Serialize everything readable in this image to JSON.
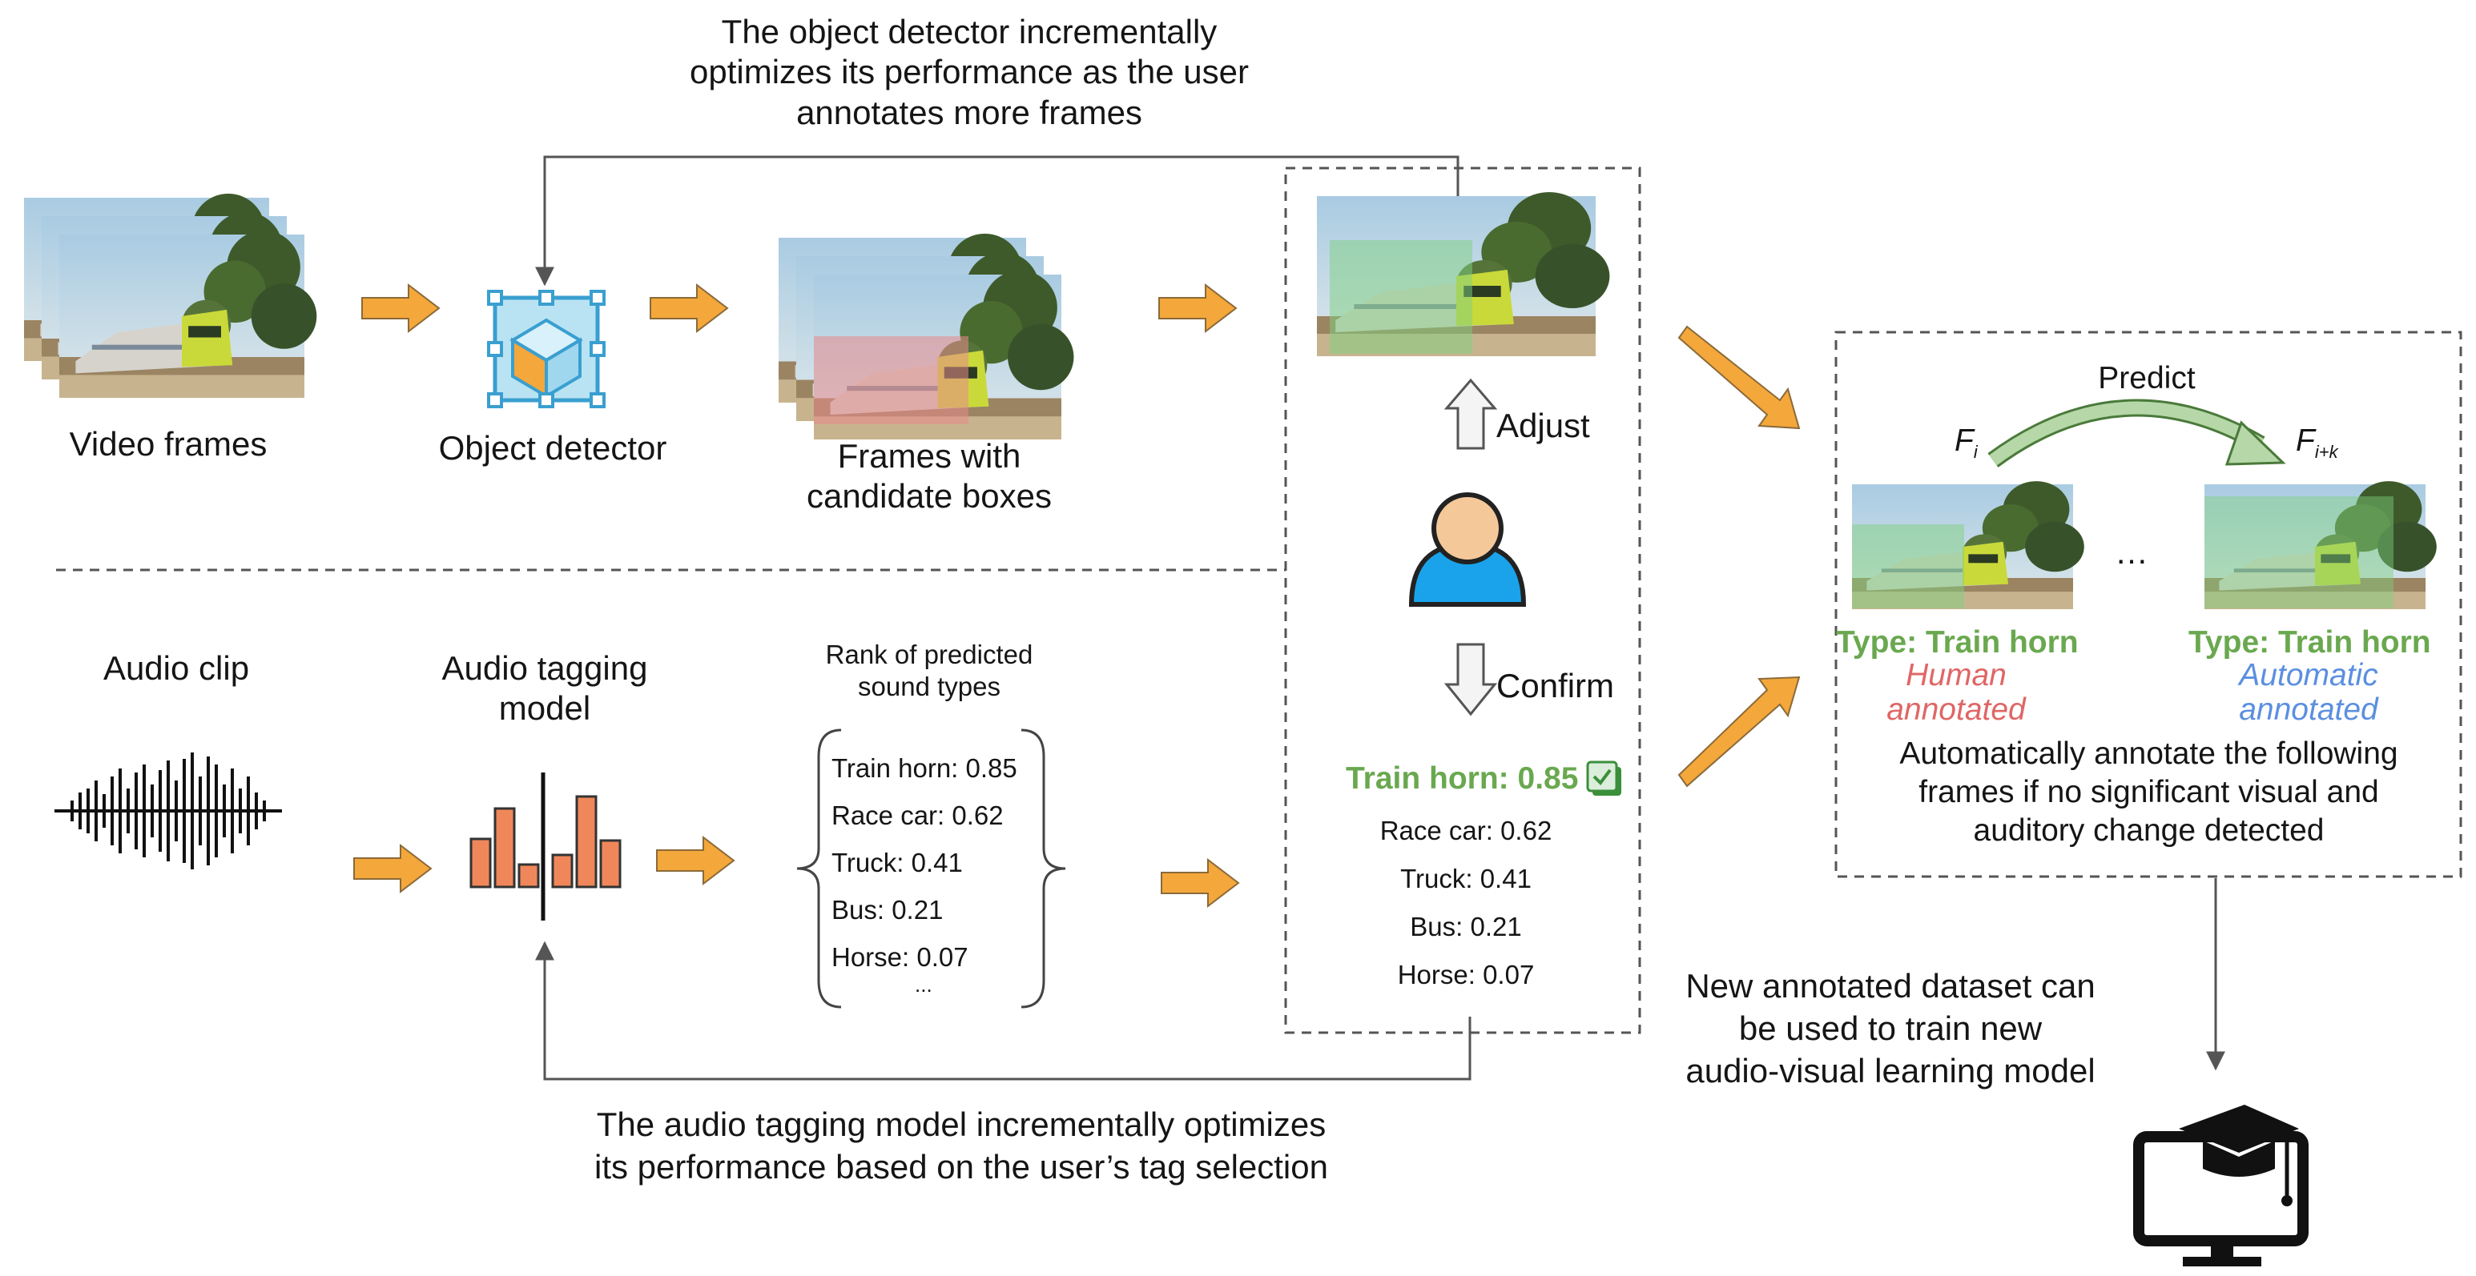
{
  "top_caption": [
    "The object detector incrementally",
    "optimizes its performance as the user",
    "annotates more frames"
  ],
  "bottom_caption": [
    "The audio tagging model incrementally optimizes",
    "its performance based on the user’s tag selection"
  ],
  "labels": {
    "video_frames": "Video frames",
    "object_detector": "Object detector",
    "frames_candidate": [
      "Frames with",
      "candidate boxes"
    ],
    "audio_clip": "Audio clip",
    "audio_tagging_model": [
      "Audio tagging",
      "model"
    ],
    "rank_title": [
      "Rank of predicted",
      "sound types"
    ],
    "adjust": "Adjust",
    "confirm": "Confirm",
    "predict": "Predict",
    "f_i": "F",
    "f_i_sub": "i",
    "f_ik": "F",
    "f_ik_sub": "i+k",
    "ellipsis": "…",
    "auto_note": [
      "Automatically annotate the following",
      "frames if no significant visual and",
      "auditory change detected"
    ],
    "new_dataset": [
      "New annotated dataset can",
      "be used to train new",
      "audio-visual learning model"
    ]
  },
  "rank_list": [
    "Train horn:  0.85",
    "Race car: 0.62",
    "Truck: 0.41",
    "Bus: 0.21",
    "Horse: 0.07",
    "..."
  ],
  "user_list": {
    "top": "Train horn:   0.85",
    "items": [
      "Race car: 0.62",
      "Truck: 0.41",
      "Bus: 0.21",
      "Horse: 0.07"
    ]
  },
  "result_left": {
    "type": "Type:  Train horn",
    "status": [
      "Human",
      "annotated"
    ]
  },
  "result_right": {
    "type": "Type:  Train horn",
    "status": [
      "Automatic",
      "annotated"
    ]
  },
  "colors": {
    "arrow": "#f4a73a",
    "arrow_stroke": "#8a6a3a",
    "green_label": "#6aa84f",
    "human": "#e06666",
    "automatic": "#5b8fe0",
    "box_red": "#e88a8a",
    "box_green": "#7fd07f"
  }
}
